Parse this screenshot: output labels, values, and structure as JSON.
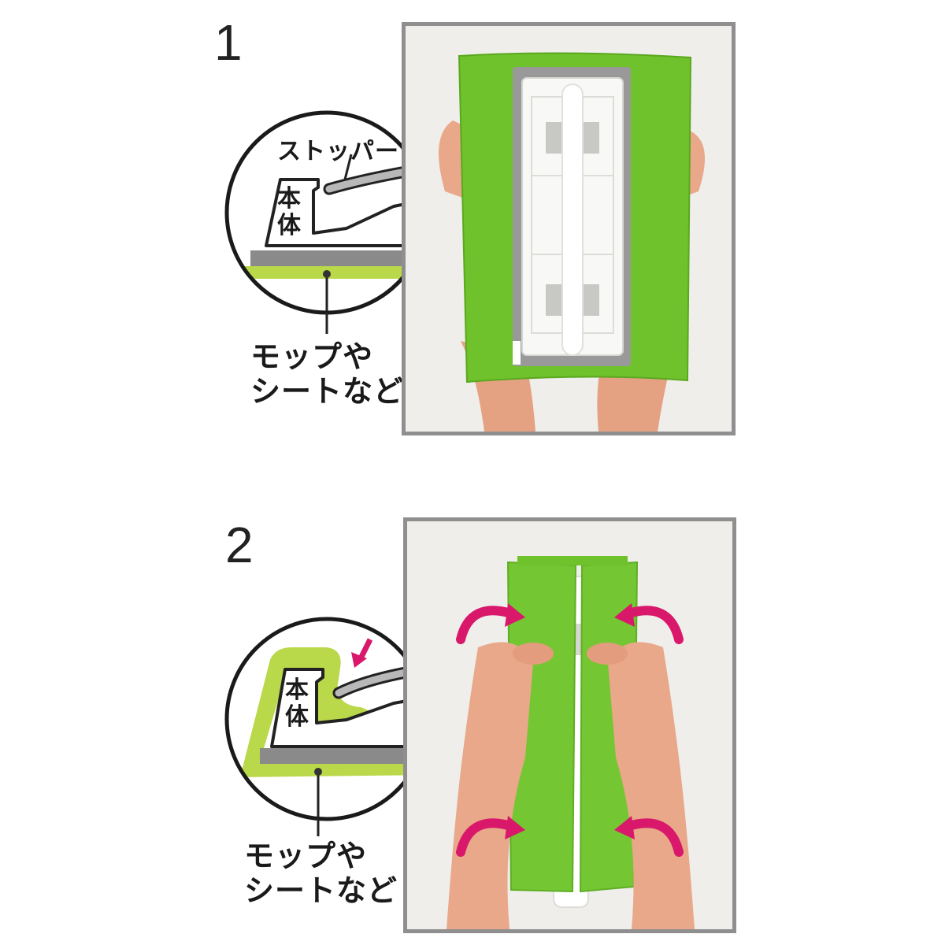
{
  "steps": [
    {
      "number": "1",
      "labels": {
        "stopper": "ストッパー",
        "body": [
          "本",
          "体"
        ],
        "mop": [
          "モップや",
          "シートなど"
        ]
      }
    },
    {
      "number": "2",
      "labels": {
        "body": [
          "本",
          "体"
        ],
        "mop": [
          "モップや",
          "シートなど"
        ]
      }
    }
  ],
  "colors": {
    "mop_green": "#8cc63f",
    "cloth_green": "#6fc22b",
    "arrow_magenta": "#d9186b",
    "frame_gray": "#8f8f8f",
    "plate_gray": "#888888",
    "skin": "#e8a889"
  }
}
